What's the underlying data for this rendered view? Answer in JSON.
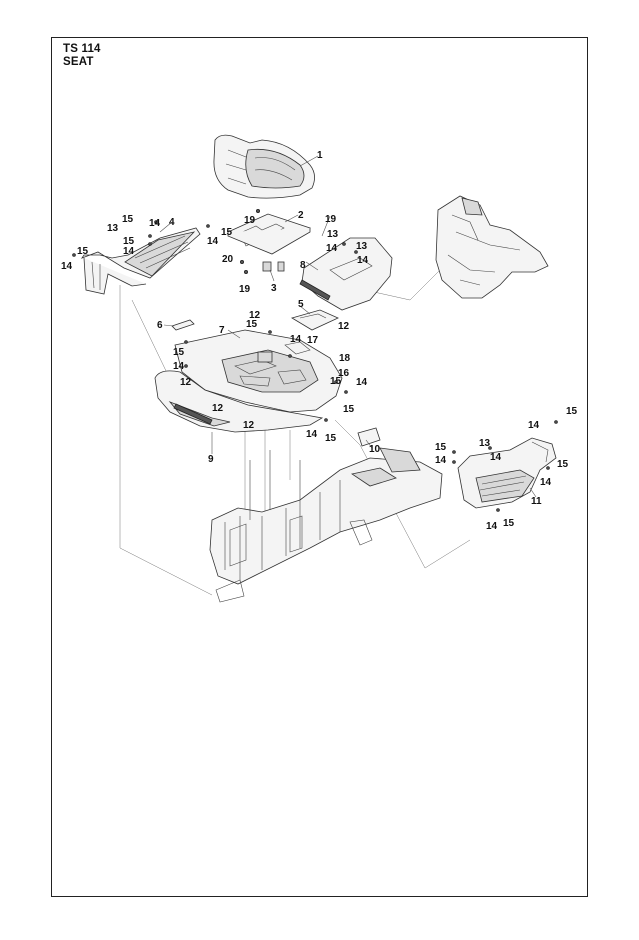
{
  "header": {
    "model": "TS 114",
    "section": "SEAT"
  },
  "callouts": [
    {
      "id": "c1",
      "text": "1"
    },
    {
      "id": "c2",
      "text": "2"
    },
    {
      "id": "c3",
      "text": "3"
    },
    {
      "id": "c4",
      "text": "4"
    },
    {
      "id": "c5",
      "text": "5"
    },
    {
      "id": "c6",
      "text": "6"
    },
    {
      "id": "c7",
      "text": "7"
    },
    {
      "id": "c8",
      "text": "8"
    },
    {
      "id": "c9",
      "text": "9"
    },
    {
      "id": "c10",
      "text": "10"
    },
    {
      "id": "c11",
      "text": "11"
    },
    {
      "id": "c12a",
      "text": "12"
    },
    {
      "id": "c12b",
      "text": "12"
    },
    {
      "id": "c12c",
      "text": "12"
    },
    {
      "id": "c12d",
      "text": "12"
    },
    {
      "id": "c12e",
      "text": "12"
    },
    {
      "id": "c13a",
      "text": "13"
    },
    {
      "id": "c13b",
      "text": "13"
    },
    {
      "id": "c13c",
      "text": "13"
    },
    {
      "id": "c13d",
      "text": "13"
    },
    {
      "id": "c14a",
      "text": "14"
    },
    {
      "id": "c14b",
      "text": "14"
    },
    {
      "id": "c14c",
      "text": "14"
    },
    {
      "id": "c14d",
      "text": "14"
    },
    {
      "id": "c14e",
      "text": "14"
    },
    {
      "id": "c14f",
      "text": "14"
    },
    {
      "id": "c14g",
      "text": "14"
    },
    {
      "id": "c14h",
      "text": "14"
    },
    {
      "id": "c14i",
      "text": "14"
    },
    {
      "id": "c14j",
      "text": "14"
    },
    {
      "id": "c14k",
      "text": "14"
    },
    {
      "id": "c14l",
      "text": "14"
    },
    {
      "id": "c14m",
      "text": "14"
    },
    {
      "id": "c14n",
      "text": "14"
    },
    {
      "id": "c14o",
      "text": "14"
    },
    {
      "id": "c15a",
      "text": "15"
    },
    {
      "id": "c15b",
      "text": "15"
    },
    {
      "id": "c15c",
      "text": "15"
    },
    {
      "id": "c15d",
      "text": "15"
    },
    {
      "id": "c15e",
      "text": "15"
    },
    {
      "id": "c15f",
      "text": "15"
    },
    {
      "id": "c15g",
      "text": "15"
    },
    {
      "id": "c15h",
      "text": "15"
    },
    {
      "id": "c15i",
      "text": "15"
    },
    {
      "id": "c15j",
      "text": "15"
    },
    {
      "id": "c15k",
      "text": "15"
    },
    {
      "id": "c15l",
      "text": "15"
    },
    {
      "id": "c15m",
      "text": "15"
    },
    {
      "id": "c16",
      "text": "16"
    },
    {
      "id": "c17",
      "text": "17"
    },
    {
      "id": "c18",
      "text": "18"
    },
    {
      "id": "c19a",
      "text": "19"
    },
    {
      "id": "c19b",
      "text": "19"
    },
    {
      "id": "c19c",
      "text": "19"
    },
    {
      "id": "c20",
      "text": "20"
    }
  ]
}
